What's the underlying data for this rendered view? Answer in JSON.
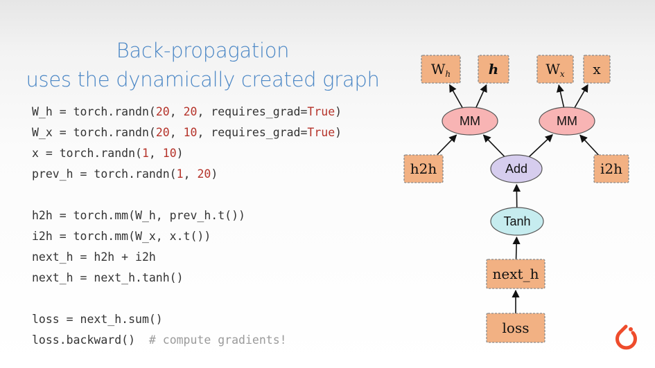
{
  "slide": {
    "title_line1": "Back-propagation",
    "title_line2": "uses the dynamically created graph"
  },
  "code": {
    "lines": [
      [
        {
          "t": "W_h = torch.randn("
        },
        {
          "t": "20",
          "c": "num"
        },
        {
          "t": ", "
        },
        {
          "t": "20",
          "c": "num"
        },
        {
          "t": ", requires_grad="
        },
        {
          "t": "True",
          "c": "kw"
        },
        {
          "t": ")"
        }
      ],
      [
        {
          "t": "W_x = torch.randn("
        },
        {
          "t": "20",
          "c": "num"
        },
        {
          "t": ", "
        },
        {
          "t": "10",
          "c": "num"
        },
        {
          "t": ", requires_grad="
        },
        {
          "t": "True",
          "c": "kw"
        },
        {
          "t": ")"
        }
      ],
      [
        {
          "t": "x = torch.randn("
        },
        {
          "t": "1",
          "c": "num"
        },
        {
          "t": ", "
        },
        {
          "t": "10",
          "c": "num"
        },
        {
          "t": ")"
        }
      ],
      [
        {
          "t": "prev_h = torch.randn("
        },
        {
          "t": "1",
          "c": "num"
        },
        {
          "t": ", "
        },
        {
          "t": "20",
          "c": "num"
        },
        {
          "t": ")"
        }
      ],
      [
        {
          "t": "h2h = torch.mm(W_h, prev_h.t())"
        }
      ],
      [
        {
          "t": "i2h = torch.mm(W_x, x.t())"
        }
      ],
      [
        {
          "t": "next_h = h2h + i2h"
        }
      ],
      [
        {
          "t": "next_h = next_h.tanh()"
        }
      ],
      [
        {
          "t": "loss = next_h.sum()"
        }
      ],
      [
        {
          "t": "loss.backward()  "
        },
        {
          "t": "# compute gradients!",
          "c": "cm"
        }
      ]
    ]
  },
  "graph": {
    "tensors": [
      {
        "id": "Wh",
        "label": "W",
        "sub": "h"
      },
      {
        "id": "h",
        "label": "h",
        "italic": true
      },
      {
        "id": "Wx",
        "label": "W",
        "sub": "x"
      },
      {
        "id": "x",
        "label": "x"
      },
      {
        "id": "h2h",
        "label": "h2h"
      },
      {
        "id": "i2h",
        "label": "i2h"
      },
      {
        "id": "next_h",
        "label": "next_h"
      },
      {
        "id": "loss",
        "label": "loss"
      }
    ],
    "ops": [
      {
        "id": "mm1",
        "label": "MM",
        "color": "#f8b4b4"
      },
      {
        "id": "mm2",
        "label": "MM",
        "color": "#f8b4b4"
      },
      {
        "id": "add",
        "label": "Add",
        "color": "#d6cdee"
      },
      {
        "id": "tanh",
        "label": "Tanh",
        "color": "#c6ecef"
      }
    ],
    "edges": [
      [
        "loss",
        "next_h"
      ],
      [
        "next_h",
        "tanh"
      ],
      [
        "tanh",
        "add"
      ],
      [
        "add",
        "mm1"
      ],
      [
        "add",
        "mm2"
      ],
      [
        "h2h",
        "mm1"
      ],
      [
        "i2h",
        "mm2"
      ],
      [
        "mm1",
        "Wh"
      ],
      [
        "mm1",
        "h"
      ],
      [
        "mm2",
        "Wx"
      ],
      [
        "mm2",
        "x"
      ]
    ]
  },
  "colors": {
    "title": "#4a86c5",
    "tensor_fill": "#f2b183",
    "logo": "#ee4c2c"
  },
  "logo": {
    "icon": "pytorch-flame-icon"
  }
}
